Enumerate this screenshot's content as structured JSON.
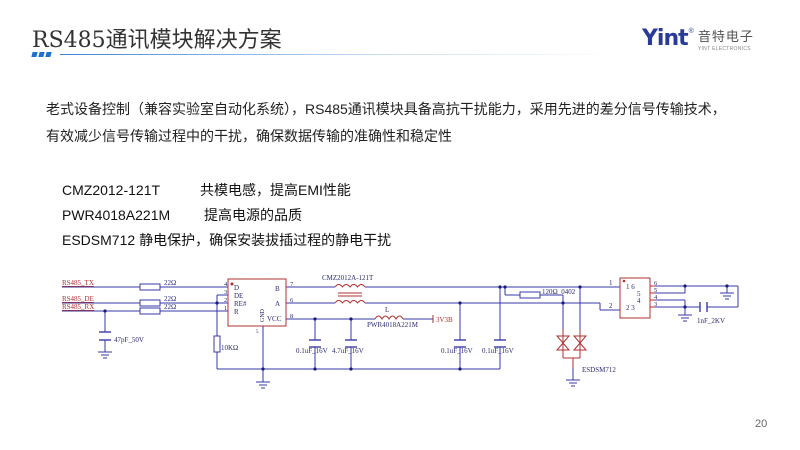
{
  "header": {
    "title": "RS485通讯模块解决方案",
    "accent_color": "#1f6fd1"
  },
  "logo": {
    "mark": "Yint",
    "registered": "®",
    "company_cn": "音特电子",
    "company_en": "YINT ELECTRONICS"
  },
  "intro": {
    "lines": [
      "老式设备控制（兼容实验室自动化系统），RS485通讯模块具备高抗干扰能力，采用先进的差分信号传输技术，",
      "有效减少信号传输过程中的干扰，确保数据传输的准确性和稳定性"
    ]
  },
  "components": [
    {
      "part": "CMZ2012-121T",
      "description": "共模电感，提高EMI性能"
    },
    {
      "part": "PWR4018A221M",
      "description": "提高电源的品质"
    },
    {
      "part": "ESDSM712",
      "description": "静电保护，确保安装拔插过程的静电干扰"
    }
  ],
  "schematic": {
    "net_labels": [
      "RS485_TX",
      "RS485_DE",
      "RS485_RX"
    ],
    "series_resistors": [
      "22Ω",
      "22Ω",
      "22Ω"
    ],
    "rx_cap": "47pF_50V",
    "pullup_resistor": "10KΩ",
    "transceiver_pins_left": [
      "D",
      "DE",
      "RE#",
      "R"
    ],
    "transceiver_pin_numbers_left": [
      "4",
      "3",
      "2",
      "1"
    ],
    "transceiver_pins_right": [
      "B",
      "A",
      "VCC"
    ],
    "transceiver_pin_numbers_right": [
      "7",
      "6",
      "8"
    ],
    "transceiver_gnd_label": "GND",
    "transceiver_gnd_pin": "5",
    "common_mode_choke": "CMZ2012A-121T",
    "inductor_ref": "L",
    "inductor_part": "PWR4018A221M",
    "power_net": "3V3B",
    "decoupling_caps": [
      "0.1uF_16V",
      "4.7uF_16V",
      "0.1uF_16V",
      "0.1uF_16V"
    ],
    "termination_resistor": "120Ω_0402",
    "esd_part": "ESDSM712",
    "connector_pins": [
      "1",
      "2",
      "3",
      "4",
      "5",
      "6"
    ],
    "connector_left_labels": [
      "1",
      "2"
    ],
    "connector_right_labels": [
      "6",
      "5",
      "4",
      "3"
    ],
    "connector_inner_labels": [
      "1 6",
      "5",
      "4",
      "2 3"
    ],
    "shield_cap": "1nF_2KV",
    "wire_color": "#3a3aa8",
    "part_color": "#b03030"
  },
  "footer": {
    "page_number": "20"
  }
}
